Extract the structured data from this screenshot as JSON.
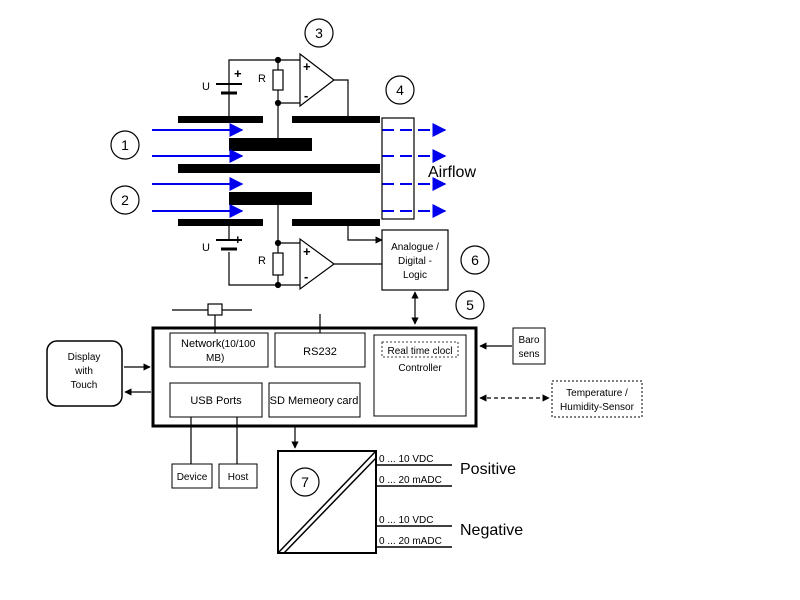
{
  "markers": [
    "1",
    "2",
    "3",
    "4",
    "5",
    "6",
    "7"
  ],
  "labels": {
    "u_top": "U",
    "r_top": "R",
    "u_bottom": "U",
    "r_bottom": "R",
    "plus": "+",
    "minus": "-",
    "airflow": "Airflow",
    "logic_line1": "Analogue /",
    "logic_line2": "Digital -",
    "logic_line3": "Logic",
    "display_line1": "Display",
    "display_line2": "with",
    "display_line3": "Touch",
    "network_main": "Network",
    "network_sub1": "(10/100",
    "network_sub2": "MB)",
    "rs232": "RS232",
    "rtc": "Real time clocl",
    "controller": "Controller",
    "usb": "USB Ports",
    "sd": "SD Memeory card",
    "device": "Device",
    "host": "Host",
    "baro_line1": "Baro",
    "baro_line2": "sens",
    "temp_line1": "Temperature /",
    "temp_line2": "Humidity-Sensor",
    "out1": "0 ... 10 VDC",
    "out2": "0 ... 20 mADC",
    "out3": "0 ... 10 VDC",
    "out4": "0 ... 20 mADC",
    "positive": "Positive",
    "negative": "Negative"
  },
  "colors": {
    "airflow_arrow": "#0000ee",
    "line": "#000000"
  }
}
